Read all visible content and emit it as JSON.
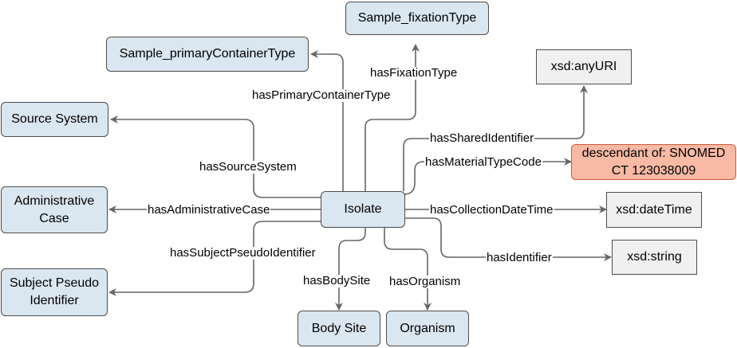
{
  "nodes": {
    "isolate": "Isolate",
    "fixation_type": "Sample_fixationType",
    "primary_container_type": "Sample_primaryContainerType",
    "source_system": "Source System",
    "administrative_case": "Administrative Case",
    "subject_pseudo_identifier": "Subject Pseudo Identifier",
    "body_site": "Body Site",
    "organism": "Organism",
    "any_uri": "xsd:anyURI",
    "snomed": "descendant of: SNOMED CT 123038009",
    "date_time": "xsd:dateTime",
    "string": "xsd:string"
  },
  "edges": {
    "has_fixation_type": "hasFixationType",
    "has_primary_container_type": "hasPrimaryContainerType",
    "has_source_system": "hasSourceSystem",
    "has_administrative_case": "hasAdministrativeCase",
    "has_subject_pseudo_identifier": "hasSubjectPseudoIdentifier",
    "has_body_site": "hasBodySite",
    "has_organism": "hasOrganism",
    "has_shared_identifier": "hasSharedIdentifier",
    "has_material_type_code": "hasMaterialTypeCode",
    "has_collection_date_time": "hasCollectionDateTime",
    "has_identifier": "hasIdentifier"
  },
  "colors": {
    "class_fill": "#dae6f0",
    "literal_fill": "#f0f0f0",
    "external_fill": "#f8b9a5",
    "edge": "#666666"
  }
}
